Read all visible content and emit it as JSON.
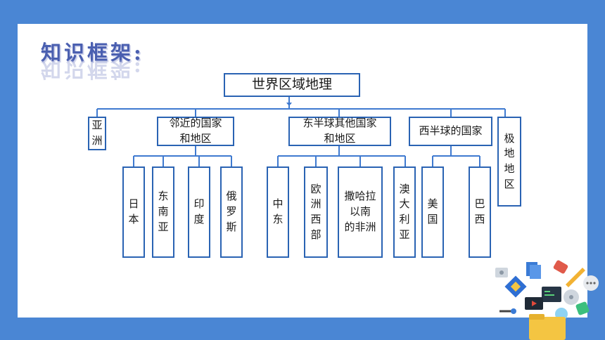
{
  "title": "知识框架:",
  "root": "世界区域地理",
  "level1": {
    "asia": "亚\n洲",
    "neighbors": "邻近的国家\n和地区",
    "east": "东半球其他国家\n和地区",
    "west": "西半球的国家",
    "polar": "极\n地\n地\n区"
  },
  "level2": {
    "japan": "日\n本",
    "sea": "东\n南\n亚",
    "india": "印\n度",
    "russia": "俄\n罗\n斯",
    "middle_east": "中\n东",
    "west_europe": "欧\n洲\n西\n部",
    "sub_saharan": "撒哈拉\n以南\n的非洲",
    "australia": "澳\n大\n利\n亚",
    "usa": "美\n国",
    "brazil": "巴\n西"
  },
  "colors": {
    "frame": "#4a86d4",
    "box_border": "#2a63b3",
    "connector": "#3f7ad0"
  }
}
